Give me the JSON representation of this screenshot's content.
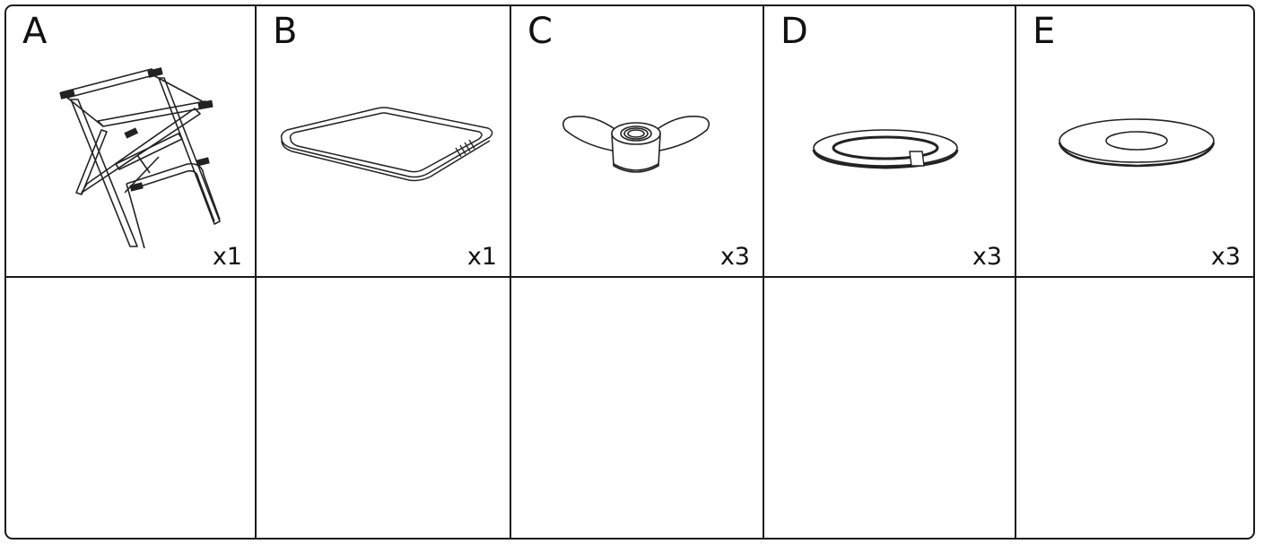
{
  "parts": [
    {
      "letter": "A",
      "quantity": "x1",
      "icon": "luggage-rack-frame-icon"
    },
    {
      "letter": "B",
      "quantity": "x1",
      "icon": "square-tray-frame-icon"
    },
    {
      "letter": "C",
      "quantity": "x3",
      "icon": "wing-nut-icon"
    },
    {
      "letter": "D",
      "quantity": "x3",
      "icon": "split-lock-washer-icon"
    },
    {
      "letter": "E",
      "quantity": "x3",
      "icon": "flat-washer-icon"
    }
  ]
}
